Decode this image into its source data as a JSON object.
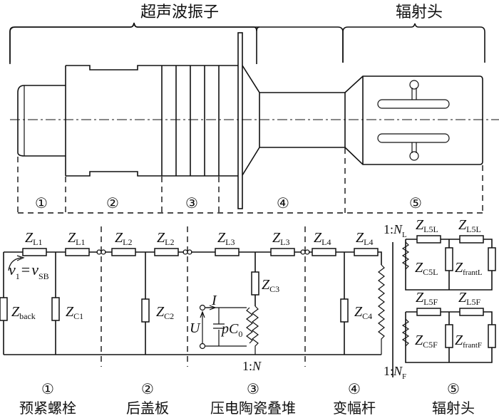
{
  "top_labels": {
    "transducer": "超声波振子",
    "horn": "辐射头"
  },
  "section_markers": [
    "①",
    "②",
    "③",
    "④",
    "⑤"
  ],
  "bottom_labels": [
    {
      "marker": "①",
      "name": "预紧螺栓"
    },
    {
      "marker": "②",
      "name": "后盖板"
    },
    {
      "marker": "③",
      "name": "压电陶瓷叠堆"
    },
    {
      "marker": "④",
      "name": "变幅杆"
    },
    {
      "marker": "⑤",
      "name": "辐射头"
    }
  ],
  "circuit": {
    "series": {
      "s1a": {
        "base": "Z",
        "sub": "L1"
      },
      "s1b": {
        "base": "Z",
        "sub": "L1"
      },
      "s2a": {
        "base": "Z",
        "sub": "L2"
      },
      "s2b": {
        "base": "Z",
        "sub": "L2"
      },
      "s3a": {
        "base": "Z",
        "sub": "L3"
      },
      "s3b": {
        "base": "Z",
        "sub": "L3"
      },
      "s4a": {
        "base": "Z",
        "sub": "L4"
      },
      "s4b": {
        "base": "Z",
        "sub": "L4"
      },
      "s5La": {
        "base": "Z",
        "sub": "L5L"
      },
      "s5Lb": {
        "base": "Z",
        "sub": "L5L"
      },
      "s5Fa": {
        "base": "Z",
        "sub": "L5F"
      },
      "s5Fb": {
        "base": "Z",
        "sub": "L5F"
      }
    },
    "shunt": {
      "back": {
        "base": "Z",
        "sub": "back"
      },
      "c1": {
        "base": "Z",
        "sub": "C1"
      },
      "c2": {
        "base": "Z",
        "sub": "C2"
      },
      "c3": {
        "base": "Z",
        "sub": "C3"
      },
      "c4": {
        "base": "Z",
        "sub": "C4"
      },
      "c5L": {
        "base": "Z",
        "sub": "C5L"
      },
      "frontL": {
        "base": "Z",
        "sub": "frantL"
      },
      "c5F": {
        "base": "Z",
        "sub": "C5F"
      },
      "frontF": {
        "base": "Z",
        "sub": "frantF"
      }
    },
    "velocity": {
      "lhs": "v",
      "lhs_sub": "1",
      "eq": "=",
      "rhs": "v",
      "rhs_sub": "SB"
    },
    "current": "I",
    "voltage": "U",
    "capacitor": {
      "p": "p",
      "base": "C",
      "sub": "0"
    },
    "ratio_piezo": {
      "prefix": "1:",
      "sym": "N"
    },
    "ratio_L": {
      "prefix": "1:",
      "sym": "N",
      "sub": "L"
    },
    "ratio_F": {
      "prefix": "1:",
      "sym": "N",
      "sub": "F"
    }
  }
}
